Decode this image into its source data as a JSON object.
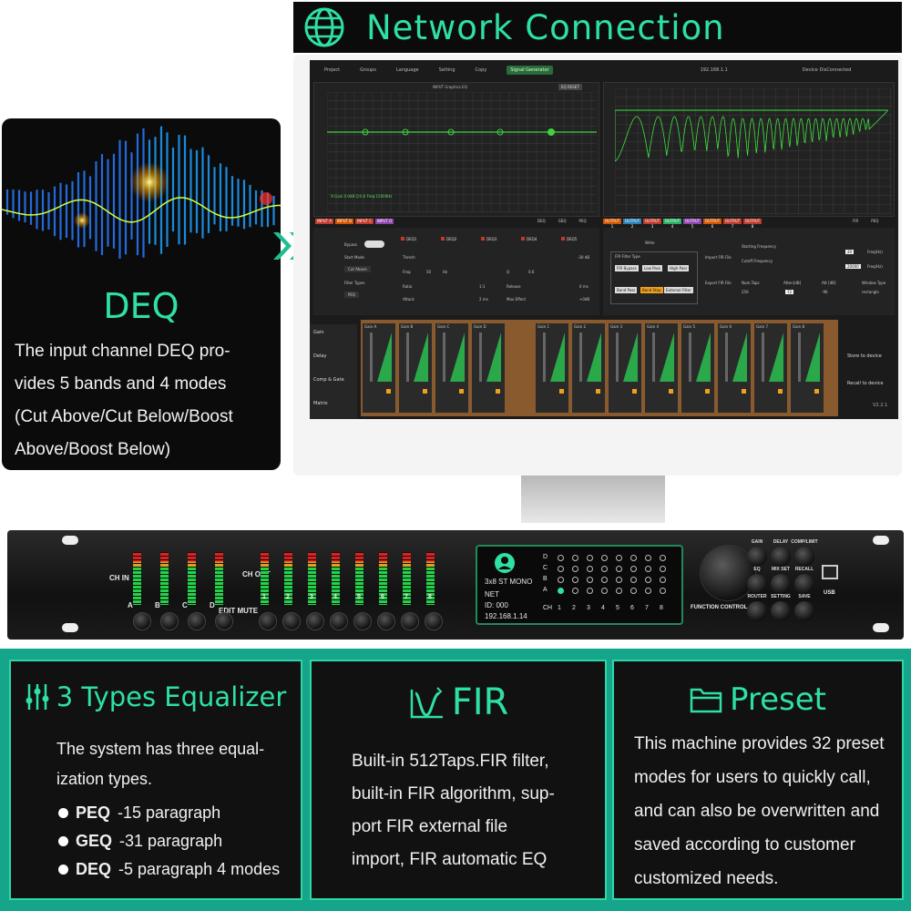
{
  "banner": {
    "title": "Network Connection",
    "icon": "globe-icon",
    "accent": "#2ee0a4"
  },
  "deq": {
    "title": "DEQ",
    "lines": [
      "The input channel DEQ pro-",
      "vides 5 bands and 4 modes",
      "(Cut Above/Cut Below/Boost",
      "Above/Boost Below)"
    ]
  },
  "software": {
    "menu": [
      "Project",
      "Groups",
      "Language",
      "Setting",
      "Copy"
    ],
    "signal_generator": "Signal Generator",
    "ip": "192.168.1.1",
    "device_status": "Device DisConnected",
    "left_graph_title": "INPUT Graphics EQ",
    "eq_reset": "EQ RESET",
    "graph_readout": "X:Gain 0.0dB  Q:0.6  Freq:15000Hz",
    "input_tabs": [
      "INPUT A",
      "INPUT B",
      "INPUT C",
      "INPUT D"
    ],
    "input_tab_colors": [
      "#c0392b",
      "#d35400",
      "#c0392b",
      "#8e44ad"
    ],
    "output_tabs": [
      "OUTPUT 1",
      "OUTPUT 2",
      "OUTPUT 3",
      "OUTPUT 4",
      "OUTPUT 5",
      "OUTPUT 6",
      "OUTPUT 7",
      "OUTPUT 8"
    ],
    "output_tab_colors": [
      "#d35400",
      "#2980b9",
      "#c0392b",
      "#27ae60",
      "#8e44ad",
      "#d35400",
      "#c0392b",
      "#c0392b"
    ],
    "left_tabs": [
      "DEQ",
      "GEQ",
      "PEQ"
    ],
    "right_tabs": [
      "FIR",
      "PEQ"
    ],
    "deq_bands": [
      "DEQ1",
      "DEQ2",
      "DEQ3",
      "DEQ4",
      "DEQ5"
    ],
    "controls": {
      "bypass": "Bypass",
      "start_mode": "Start Mode",
      "start_mode_value": "Cut Above",
      "filter_types": "Filter Types",
      "filter_type_value": "PEQ",
      "thresh": "Thresh",
      "thresh_value": "-30 dB",
      "freq": "Freq",
      "freq_value": "50",
      "freq_unit": "Hz",
      "q": "Q",
      "q_value": "0.6",
      "ratio": "Ratio",
      "ratio_value": "1:1",
      "release": "Release",
      "release_value": "0 ms",
      "attack": "Attack",
      "attack_value": "2 ms",
      "max_effect": "Max Effect",
      "max_effect_value": "+0dB"
    },
    "fir": {
      "write": "Write",
      "filter_type": "FIR Filter Type",
      "types": [
        "FIR Bypass",
        "Low Pass",
        "High Pass",
        "Band Pass",
        "Band Stop",
        "External Filter"
      ],
      "import": "Import FIR File",
      "export": "Export FIR File",
      "start_freq": "Starting Frequency",
      "start_freq_value": "20",
      "start_freq_unit": "Freq(Hz)",
      "cutoff": "Cutoff Frequency",
      "cutoff_value": "20000",
      "cutoff_unit": "Freq(Hz)",
      "taps": "Num.Taps",
      "taps_value": "256",
      "atten": "Atten[dB]",
      "atten_value": "72",
      "att": "Att [dB]",
      "att_value": "-96",
      "window": "Window Type",
      "window_value": "rectangle"
    },
    "sidebar": [
      "Gain",
      "Delay",
      "Comp & Gate",
      "Matrix"
    ],
    "input_strips": [
      "A",
      "B",
      "C",
      "D"
    ],
    "output_strips": [
      "1",
      "2",
      "3",
      "4",
      "5",
      "6",
      "7",
      "8"
    ],
    "strip_gain": "Gain",
    "store": "Store to device",
    "recall": "Recall to device",
    "version": "V2.2.1"
  },
  "device": {
    "ch_in": "CH IN",
    "ch_out": "CH OUT",
    "edit_mute": "EDIT MUTE",
    "inputs": [
      "A",
      "B",
      "C",
      "D"
    ],
    "outputs": [
      "1",
      "2",
      "3",
      "4",
      "5",
      "6",
      "7",
      "8"
    ],
    "lcd_name": "3x8 ST MONO",
    "lcd_net": "NET",
    "lcd_id": "ID: 000",
    "lcd_ip": "192.168.1.14",
    "lcd_rows": [
      "D",
      "C",
      "B",
      "A"
    ],
    "lcd_cols": [
      "CH",
      "1",
      "2",
      "3",
      "4",
      "5",
      "6",
      "7",
      "8"
    ],
    "function_control": "FUNCTION CONTROL",
    "buttons": [
      "GAIN",
      "DELAY",
      "COMP/LIMIT",
      "EQ",
      "MIX SET",
      "RECALL",
      "ROUTER",
      "SETTING",
      "SAVE"
    ],
    "usb": "USB"
  },
  "features": {
    "equalizer": {
      "title": "3 Types Equalizer",
      "icon": "sliders-icon",
      "intro": [
        "The system has three equal-",
        "ization types."
      ],
      "items": [
        {
          "name": "PEQ",
          "desc": "-15 paragraph"
        },
        {
          "name": "GEQ",
          "desc": "-31 paragraph"
        },
        {
          "name": "DEQ",
          "desc": "-5 paragraph 4 modes"
        }
      ]
    },
    "fir": {
      "title": "FIR",
      "icon": "filter-response-icon",
      "lines": [
        "Built-in 512Taps.FIR filter,",
        "built-in FIR algorithm, sup-",
        "port  FIR  external  file",
        "import, FIR automatic EQ"
      ]
    },
    "preset": {
      "title": "Preset",
      "icon": "folder-icon",
      "lines": [
        "This machine provides 32 preset",
        "modes for users to quickly call,",
        "and can also be overwritten and",
        "saved  according  to  customer",
        "customized needs."
      ]
    }
  }
}
